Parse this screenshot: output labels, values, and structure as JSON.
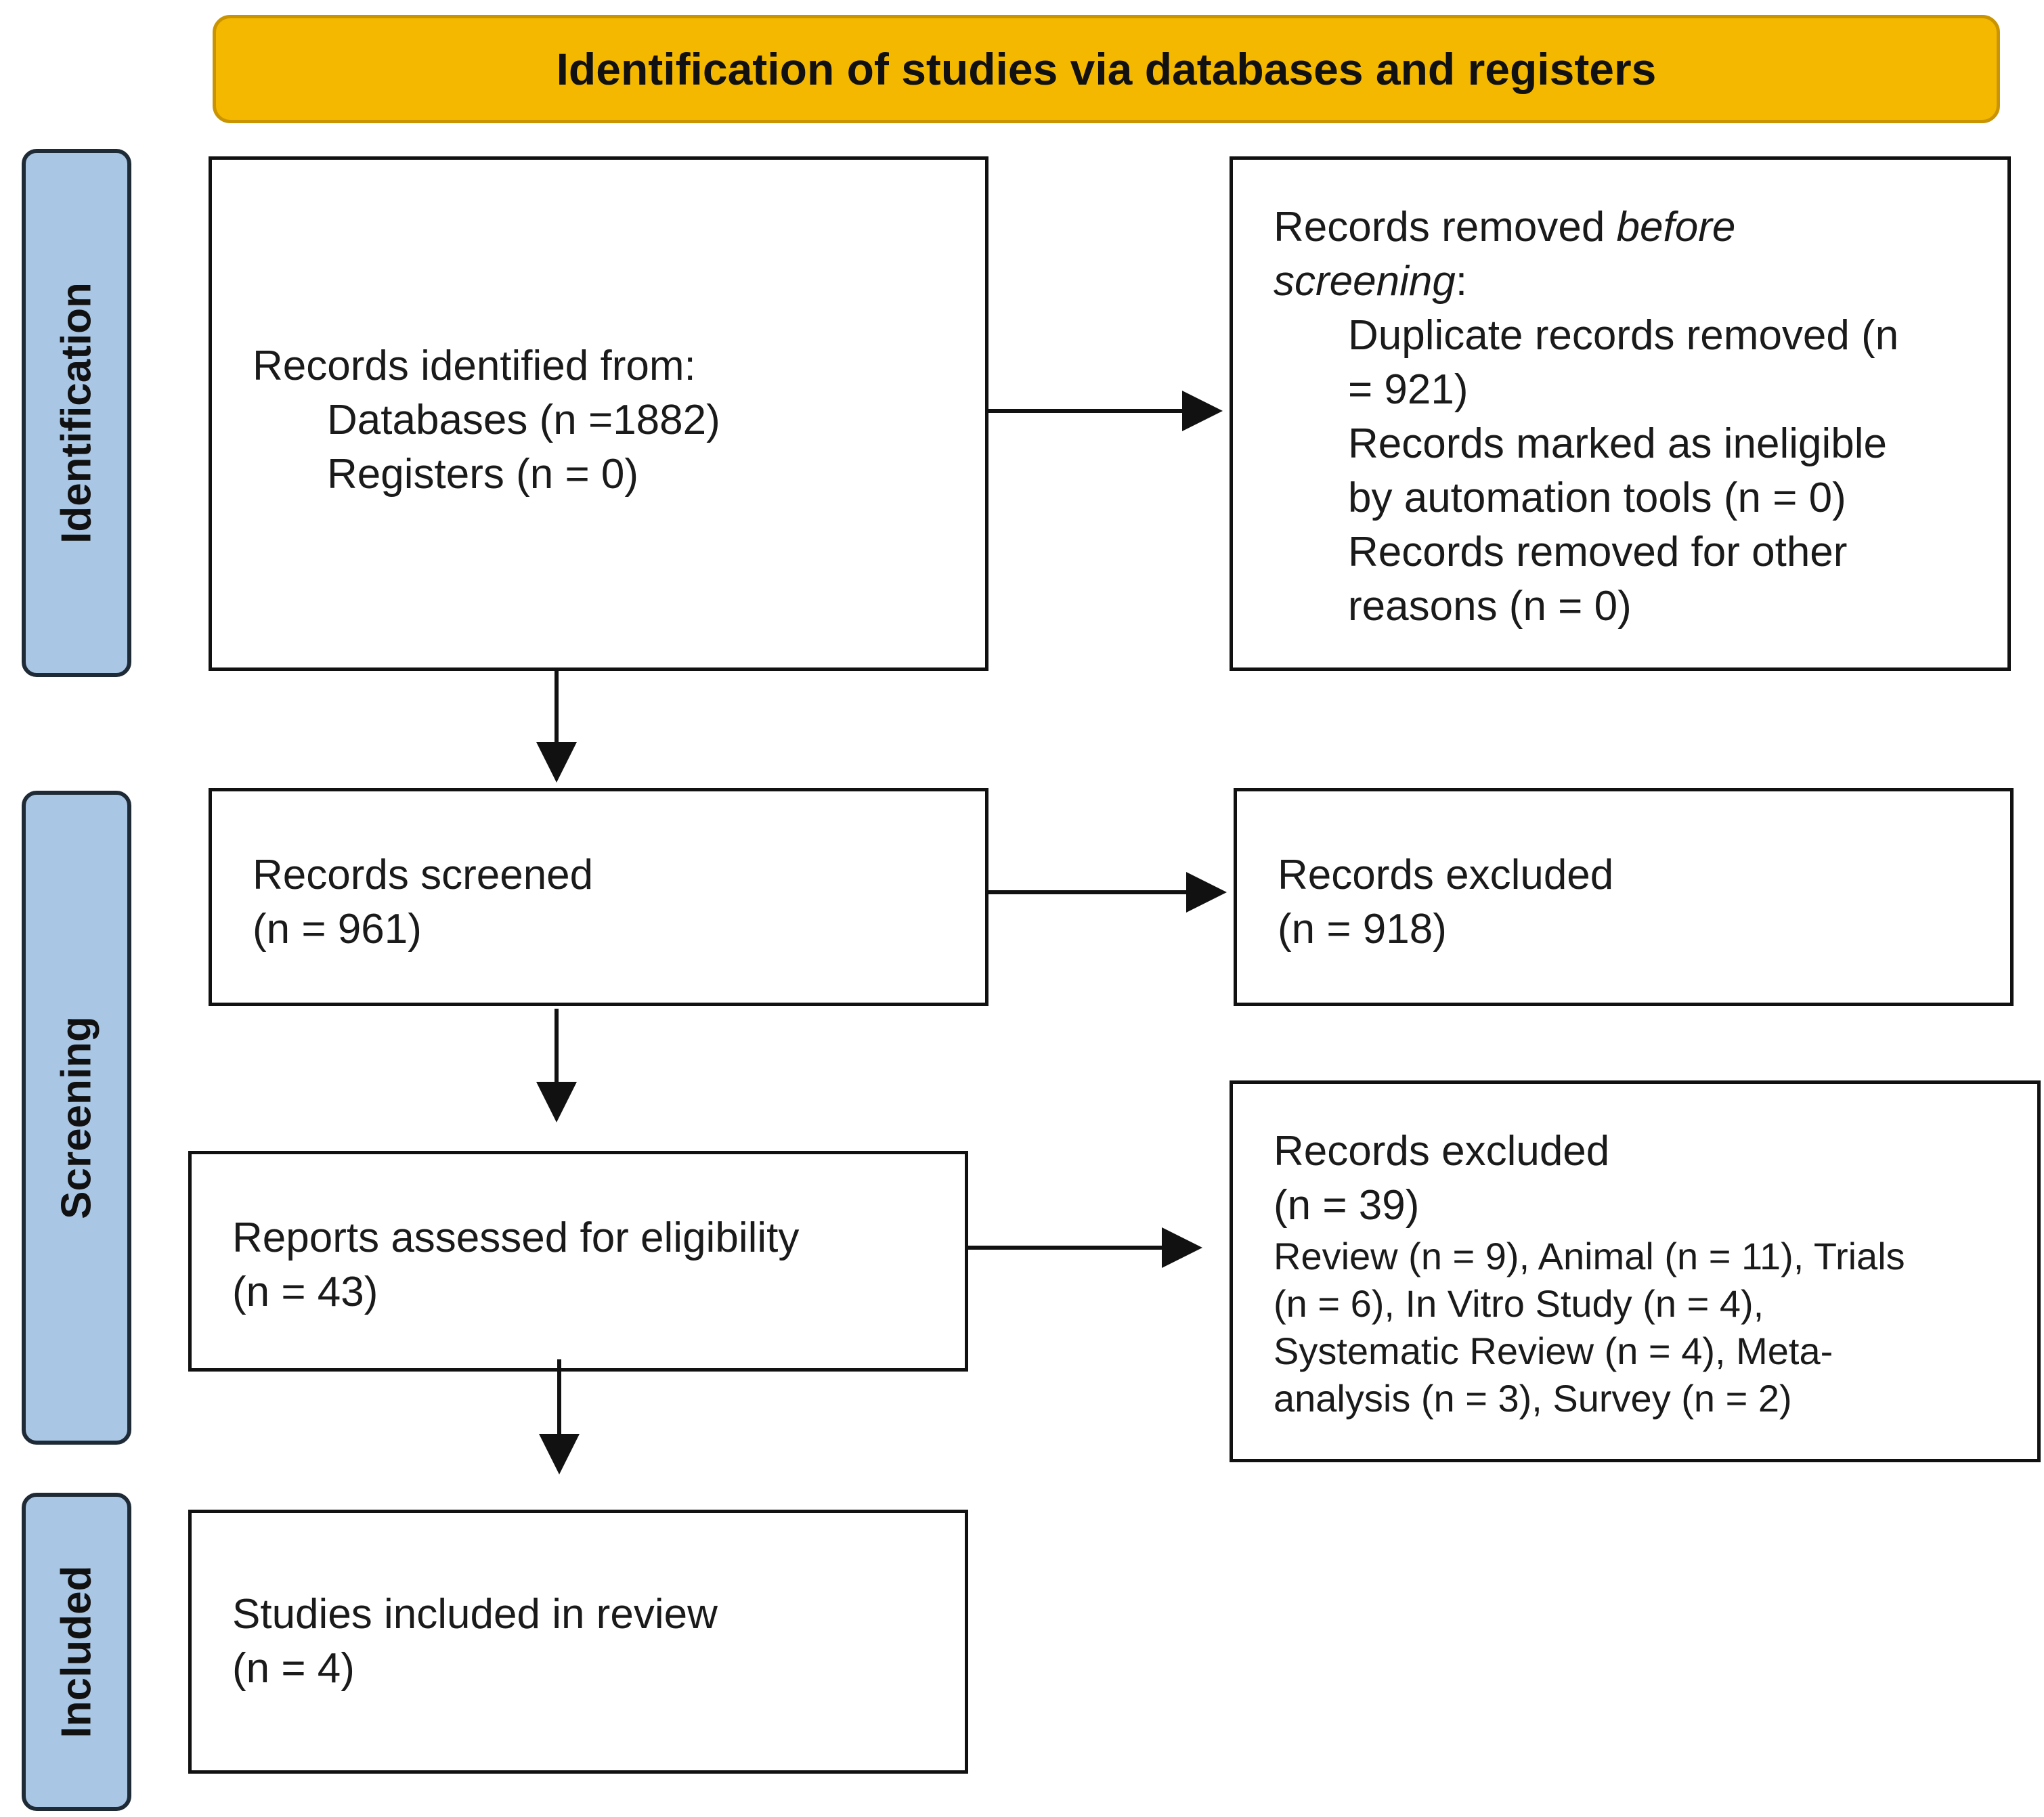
{
  "header": {
    "title": "Identification of studies via databases and registers"
  },
  "stages": [
    {
      "label": "Identification"
    },
    {
      "label": "Screening"
    },
    {
      "label": "Included"
    }
  ],
  "identified": {
    "heading": "Records identified from:",
    "databases": "Databases (n =1882)",
    "registers": "Registers (n = 0)"
  },
  "removed": {
    "heading_a": "Records removed ",
    "heading_b": "before",
    "heading_c": "screening",
    "heading_d": ":",
    "line1": "Duplicate records removed (n",
    "line2": "= 921)",
    "line3": "Records marked as ineligible",
    "line4": "by automation tools (n = 0)",
    "line5": "Records removed for other",
    "line6": "reasons (n = 0)"
  },
  "screened": {
    "label": "Records screened",
    "count": "(n = 961)"
  },
  "excluded1": {
    "label": "Records excluded",
    "count": "(n = 918)"
  },
  "assessed": {
    "label": "Reports assessed for eligibility",
    "count": "(n = 43)"
  },
  "excluded2": {
    "label": "Records excluded",
    "count": "(n = 39)",
    "line1": "Review (n = 9), Animal (n = 11), Trials",
    "line2": "(n = 6), In Vitro Study (n = 4),",
    "line3": "Systematic Review (n = 4), Meta-",
    "line4": "analysis (n = 3), Survey (n = 2)"
  },
  "included": {
    "label": "Studies included in review",
    "count": "(n = 4)"
  },
  "colors": {
    "header_fill": "#F5B800",
    "stage_fill": "#A9C6E4",
    "border": "#111111"
  }
}
